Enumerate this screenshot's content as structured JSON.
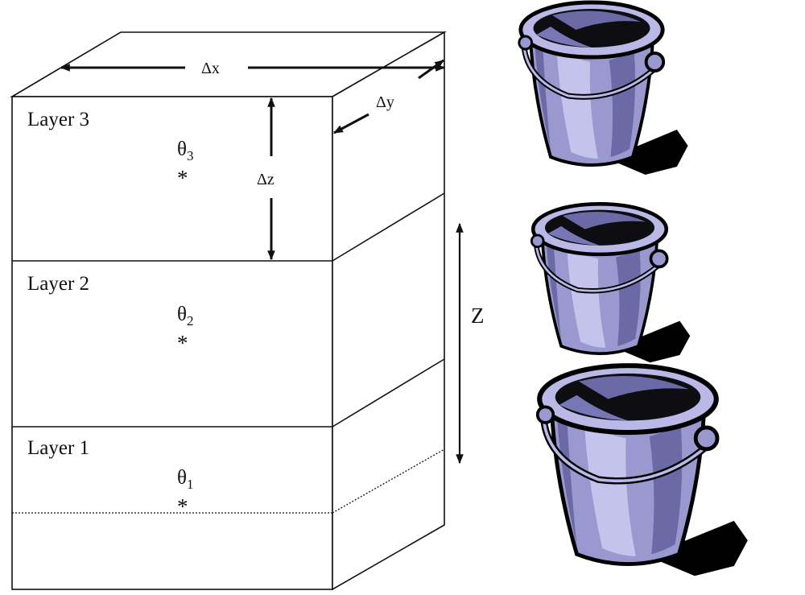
{
  "layers": [
    {
      "label": "Layer 3",
      "theta": "θ",
      "theta_sub": "3",
      "marker": "*"
    },
    {
      "label": "Layer 2",
      "theta": "θ",
      "theta_sub": "2",
      "marker": "*"
    },
    {
      "label": "Layer 1",
      "theta": "θ",
      "theta_sub": "1",
      "marker": "*"
    }
  ],
  "dimensions": {
    "dx": "Δx",
    "dy": "Δy",
    "dz": "Δz",
    "depth": "Z"
  },
  "colors": {
    "line": "#111111",
    "bucket_light": "#b9b8e6",
    "bucket_mid": "#9a99cf",
    "bucket_dark": "#6c6aa6",
    "shadow": "#000000"
  },
  "icons": [
    "bucket-icon",
    "bucket-icon",
    "bucket-icon"
  ]
}
